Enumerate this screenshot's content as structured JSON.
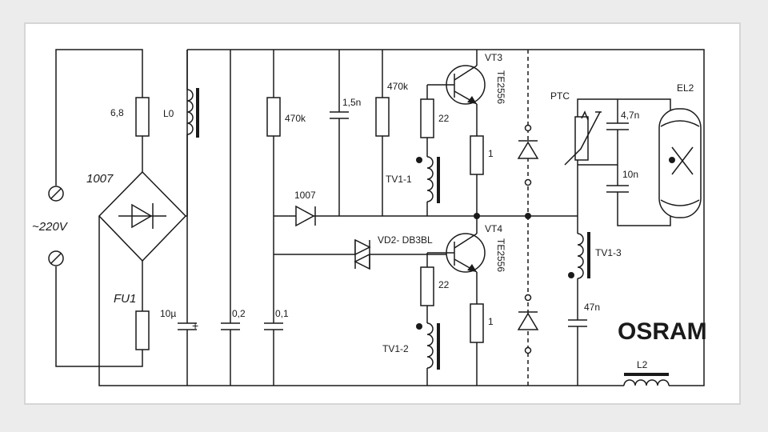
{
  "diagram": {
    "labels": {
      "r_6_8": "6,8",
      "l0": "L0",
      "bridge": "1007",
      "mains": "~220V",
      "fuse": "FU1",
      "c_10u": "10µ",
      "c_10u_plus": "+",
      "c_0_2": "0,2",
      "c_0_1": "0,1",
      "r_470k_a": "470k",
      "c_1_5n": "1,5n",
      "r_470k_b": "470k",
      "d_1007": "1007",
      "vd2": "VD2- DB3BL",
      "r_22_top": "22",
      "r_22_bot": "22",
      "tv1_1": "TV1-1",
      "tv1_2": "TV1-2",
      "vt3": "VT3",
      "vt3_type": "TE2556",
      "vt4": "VT4",
      "vt4_type": "TE2556",
      "r_1_top": "1",
      "r_1_bot": "1",
      "ptc": "PTC",
      "c_4_7n": "4,7n",
      "c_10n": "10n",
      "el2": "EL2",
      "tv1_3": "TV1-3",
      "c_47n": "47n",
      "brand": "OSRAM",
      "l2": "L2"
    }
  }
}
